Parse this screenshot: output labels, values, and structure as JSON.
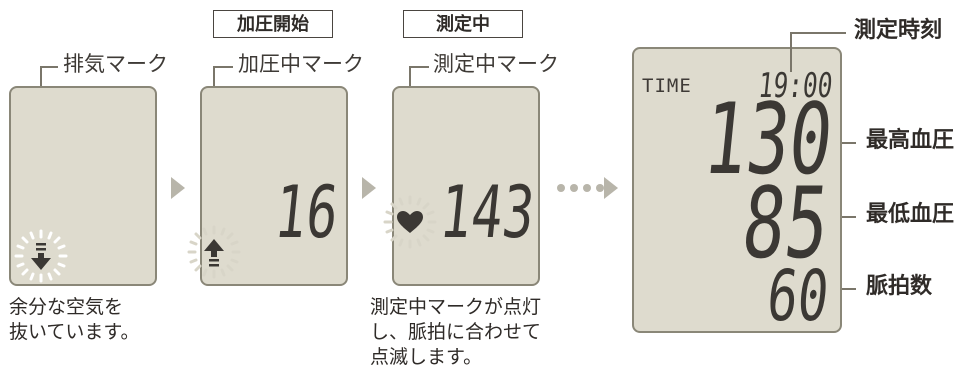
{
  "callouts": {
    "exhaust_mark": "排気マーク",
    "pressurize_mark": "加圧中マーク",
    "measuring_mark": "測定中マーク",
    "measure_time": "測定時刻",
    "systolic": "最高血圧",
    "diastolic": "最低血圧",
    "pulse": "脈拍数"
  },
  "stages": {
    "pressurizing": "加圧開始",
    "measuring": "測定中"
  },
  "readings": {
    "pressurize_value": "16",
    "measure_value": "143",
    "time_label": "TIME",
    "time_value": "19:00",
    "systolic_value": "130",
    "diastolic_value": "85",
    "pulse_value": "60"
  },
  "captions": {
    "exhaust": "余分な空気を\n抜いています。",
    "measuring": "測定中マークが点灯\nし、脈拍に合わせて\n点滅します。"
  },
  "icons": {
    "exhaust": "down-arrow-icon",
    "pressurize": "up-arrow-icon",
    "measuring": "heart-icon",
    "next": "chevron-right-icon",
    "continue": "dots-arrow-icon"
  },
  "colors": {
    "lcd_background": "#dedbce",
    "lcd_border": "#8a8778",
    "arrow": "#b8b5aa"
  }
}
